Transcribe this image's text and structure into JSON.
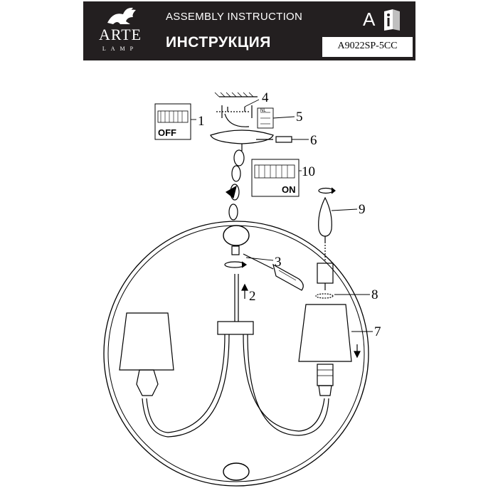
{
  "header": {
    "brand_name": "ARTE",
    "brand_sub": "LAMP",
    "title_en": "ASSEMBLY INSTRUCTION",
    "title_ru": "ИНСТРУКЦИЯ",
    "lang_letter": "A",
    "model_code": "A9022SP-5CC",
    "brand_logo": "winged-lion-icon",
    "manual_icon": "book-info-icon"
  },
  "diagram": {
    "callouts": [
      "1",
      "2",
      "3",
      "4",
      "5",
      "6",
      "7",
      "8",
      "9",
      "10"
    ],
    "switch_off": "OFF",
    "switch_on": "ON",
    "connector_markings": "NL",
    "line_color": "#000000"
  }
}
